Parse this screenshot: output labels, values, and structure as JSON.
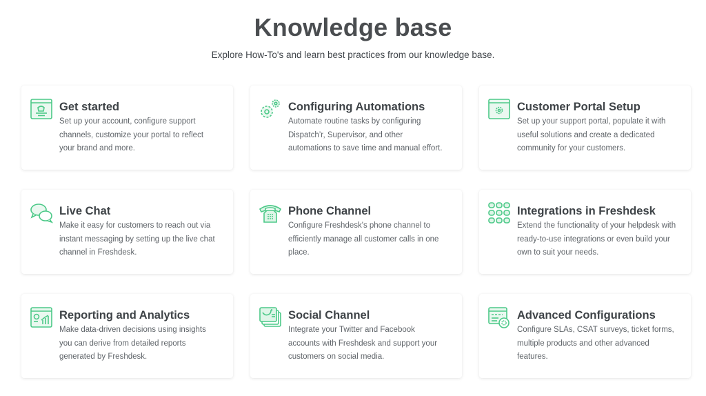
{
  "header": {
    "title": "Knowledge base",
    "subtitle": "Explore How-To's and learn best practices from our knowledge base."
  },
  "theme": {
    "accent": "#4cc988",
    "accent_fill": "#dff5e8",
    "card_bg": "#ffffff"
  },
  "cards": [
    {
      "icon": "browser-window-icon",
      "title": "Get started",
      "description": "Set up your account, configure support channels, customize your portal to reflect your brand and more."
    },
    {
      "icon": "gears-icon",
      "title": "Configuring Automations",
      "description": "Automate routine tasks by configuring Dispatch’r, Supervisor, and other automations to save time and manual effort."
    },
    {
      "icon": "portal-settings-icon",
      "title": "Customer Portal Setup",
      "description": "Set up your support portal, populate it with useful solutions and create a dedicated community for your customers."
    },
    {
      "icon": "chat-bubbles-icon",
      "title": "Live Chat",
      "description": "Make it easy for customers to reach out via instant messaging by setting up the live chat channel in Freshdesk."
    },
    {
      "icon": "telephone-icon",
      "title": "Phone Channel",
      "description": "Configure Freshdesk's phone channel to efficiently manage all customer calls in one place."
    },
    {
      "icon": "grid-apps-icon",
      "title": "Integrations in Freshdesk",
      "description": "Extend the functionality of your helpdesk with ready-to-use integrations or even build your own to suit your needs."
    },
    {
      "icon": "analytics-chart-icon",
      "title": "Reporting and Analytics",
      "description": "Make data-driven decisions using insights you can derive from detailed reports generated by Freshdesk."
    },
    {
      "icon": "social-twitter-icon",
      "title": "Social Channel",
      "description": "Integrate your Twitter and Facebook accounts with Freshdesk and support your customers on social media."
    },
    {
      "icon": "advanced-config-icon",
      "title": "Advanced Configurations",
      "description": "Configure SLAs, CSAT surveys, ticket forms, multiple products and other advanced features."
    }
  ]
}
